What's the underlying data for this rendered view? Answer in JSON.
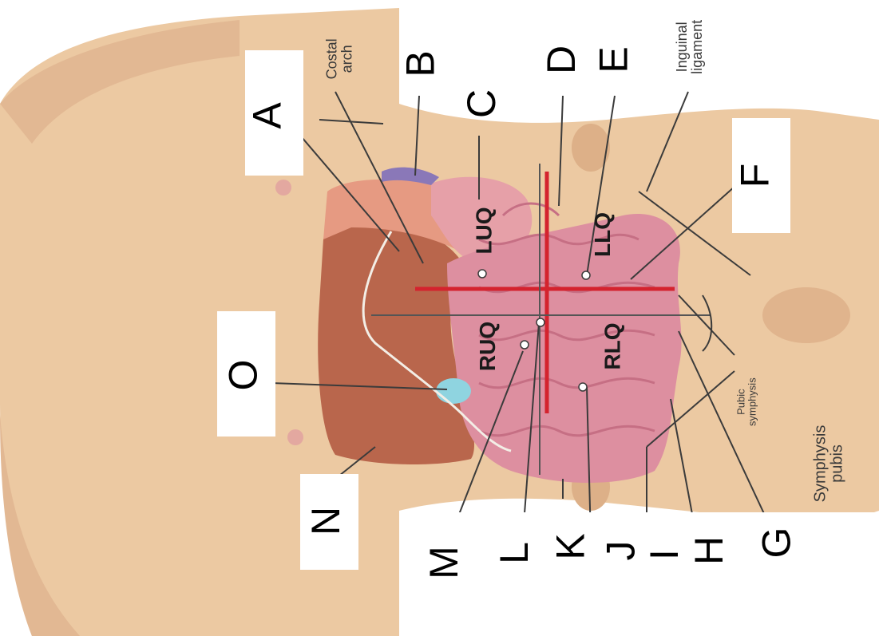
{
  "labels": {
    "A": "A",
    "B": "B",
    "C": "C",
    "D": "D",
    "E": "E",
    "F": "F",
    "G": "G",
    "H": "H",
    "I": "I",
    "J": "J",
    "K": "K",
    "L": "L",
    "M": "M",
    "N": "N",
    "O": "O"
  },
  "quadrants": {
    "luq": "LUQ",
    "llq": "LLQ",
    "ruq": "RUQ",
    "rlq": "RLQ"
  },
  "annotations": {
    "costal_arch_line1": "Costal",
    "costal_arch_line2": "arch",
    "inguinal_line1": "Inguinal",
    "inguinal_line2": "ligament",
    "pubic_line1": "Pubic",
    "pubic_line2": "symphysis",
    "symphysis_line1": "Symphysis",
    "symphysis_line2": "pubis"
  },
  "colors": {
    "skin": "#ecc9a2",
    "skin_shadow": "#d9ad84",
    "liver": "#b9664c",
    "liver_light": "#e69a82",
    "intestine": "#dd8fa0",
    "intestine_dark": "#c66f84",
    "gallbladder": "#8fd4e0",
    "spleen": "#8a78b8",
    "quadrant_lines": "#d4232e",
    "leader_lines": "#3b3b3b"
  }
}
